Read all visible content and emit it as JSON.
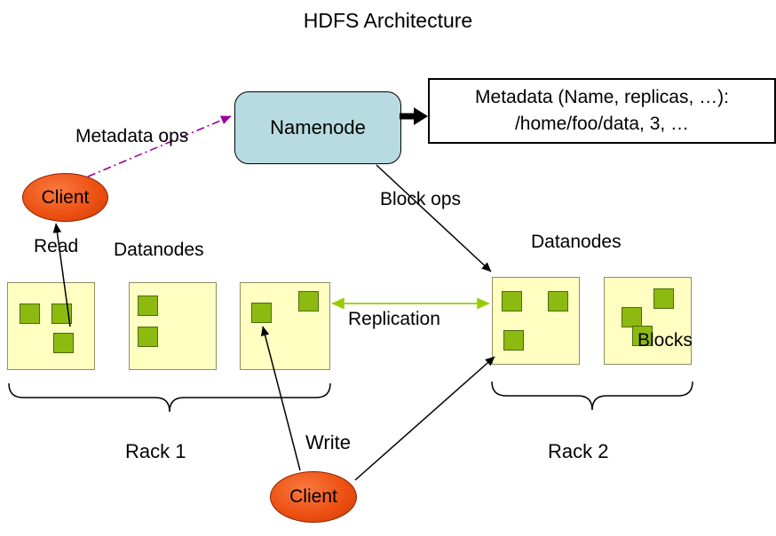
{
  "title": "HDFS Architecture",
  "namenode": {
    "label": "Namenode"
  },
  "metadata": {
    "line1": "Metadata (Name, replicas, …):",
    "line2": "/home/foo/data, 3, …"
  },
  "client_top": {
    "label": "Client"
  },
  "client_bottom": {
    "label": "Client"
  },
  "labels": {
    "metadata_ops": "Metadata ops",
    "block_ops": "Block ops",
    "read": "Read",
    "write": "Write",
    "replication": "Replication",
    "datanodes_left": "Datanodes",
    "datanodes_right": "Datanodes",
    "blocks": "Blocks",
    "rack1": "Rack 1",
    "rack2": "Rack 2"
  },
  "colors": {
    "namenode_fill": "#b7dbe0",
    "client_fill": "#ed5113",
    "datanode_fill": "#ffffc2",
    "block_fill": "#8cba10",
    "replication_arrow": "#99cc00",
    "metadata_ops_arrow": "#990099"
  }
}
